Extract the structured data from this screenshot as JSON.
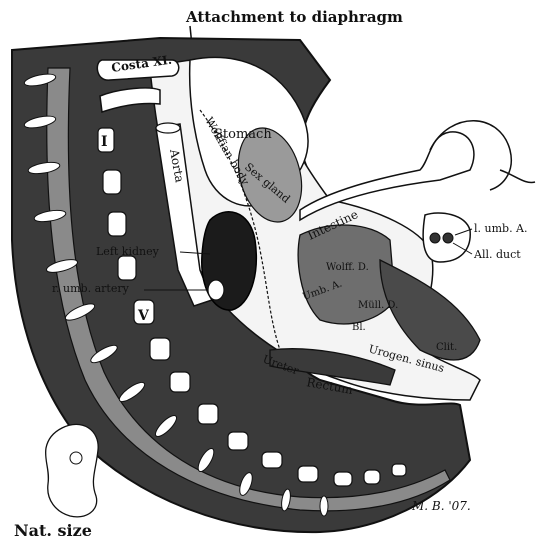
{
  "figure": {
    "title": "Attachment to diaphragm",
    "labels": {
      "costa": "Costa XI.",
      "stomach": "Stomach",
      "aorta": "Aorta",
      "sex_gland": "Sex gland",
      "wolffian_body": "Wolffian body",
      "intestine": "Intestine",
      "left_kidney": "Left kidney",
      "r_umb_artery": "r. umb. artery",
      "l_umb_a": "l. umb. A.",
      "all_duct": "All. duct",
      "wolff_d": "Wolff. D.",
      "umb_a": "Umb. A.",
      "mull_d": "Müll. D.",
      "bl": "Bl.",
      "urogen_sinus": "Urogen. sinus",
      "clit": "Clit.",
      "ureter": "Ureter",
      "rectum": "Rectum",
      "vertebra_i": "I",
      "vertebra_v": "V",
      "signature": "M. B. '07.",
      "nat_size": "Nat. size"
    }
  }
}
